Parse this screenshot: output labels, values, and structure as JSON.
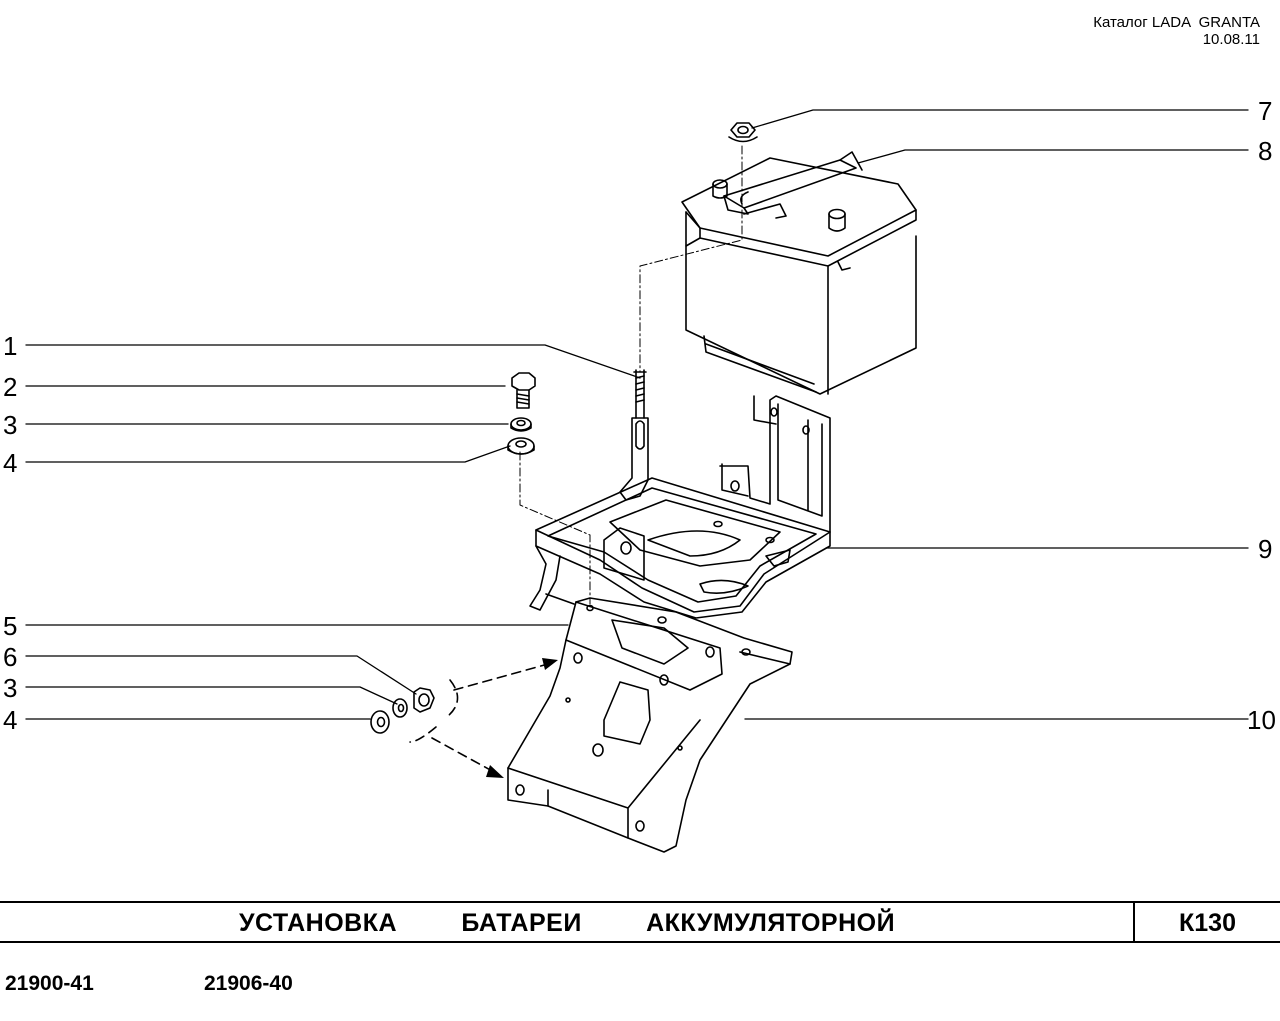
{
  "header": {
    "catalog": "Каталог LADA  GRANTA",
    "date": "10.08.11"
  },
  "callouts": {
    "left": [
      "1",
      "2",
      "3",
      "4",
      "5",
      "6",
      "3",
      "4"
    ],
    "right": [
      "7",
      "8",
      "9",
      "10"
    ]
  },
  "title": {
    "text": "УСТАНОВКА   БАТАРЕИ   АККУМУЛЯТОРНОЙ",
    "code": "К130"
  },
  "models": [
    "21900-41",
    "21906-40"
  ]
}
